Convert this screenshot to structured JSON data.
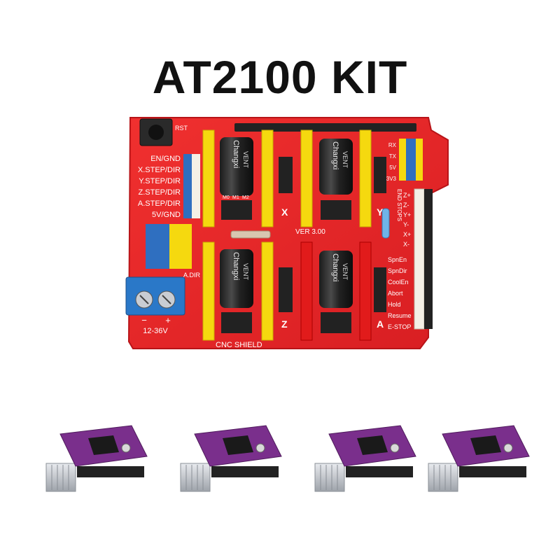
{
  "title": "AT2100 KIT",
  "board": {
    "rst": "RST",
    "left_labels": [
      "EN/GND",
      "X.STEP/DIR",
      "Y.STEP/DIR",
      "Z.STEP/DIR",
      "A.STEP/DIR",
      "5V/GND"
    ],
    "right_top_labels": [
      "RX",
      "TX",
      "5V",
      "3V3"
    ],
    "endstop_labels": [
      "Z+",
      "Z-",
      "Y+",
      "Y-",
      "X+",
      "X-"
    ],
    "endstops_caption": "END STOPS",
    "function_labels": [
      "SpnEn",
      "SpnDir",
      "CoolEn",
      "Abort",
      "Hold",
      "Resume",
      "E-STOP"
    ],
    "axis_letters": [
      "X",
      "Y",
      "Z",
      "A"
    ],
    "version": "VER 3.00",
    "board_name": "CNC SHIELD",
    "voltage": "12-36V",
    "power_minus": "−",
    "power_plus": "+",
    "a_dir": "A.DIR",
    "cap_brand": "Changxi",
    "cap_sub": "VENT",
    "ms_labels": [
      "M0",
      "M1",
      "M2"
    ]
  },
  "colors": {
    "pcb": "#e8262a",
    "pcb_dark": "#b81418",
    "header_yellow": "#f5d90f",
    "header_red": "#e11b1b",
    "driver_purple": "#7a2f8c",
    "terminal_blue": "#2a78c8",
    "heatsink": "#c9ccd1"
  },
  "drivers": {
    "count": 4
  }
}
